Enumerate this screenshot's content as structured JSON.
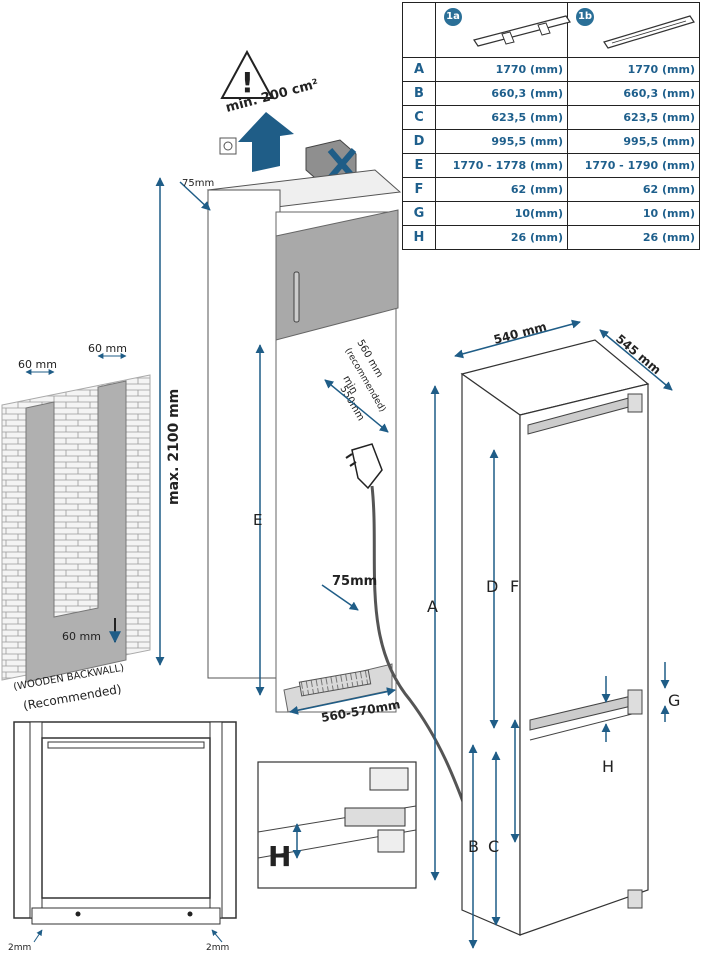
{
  "table": {
    "columns": [
      {
        "badge": "1a",
        "icon": "bracket-1a-icon"
      },
      {
        "badge": "1b",
        "icon": "bracket-1b-icon"
      }
    ],
    "rows": [
      {
        "key": "A",
        "v1": "1770 (mm)",
        "v2": "1770 (mm)"
      },
      {
        "key": "B",
        "v1": "660,3 (mm)",
        "v2": "660,3 (mm)"
      },
      {
        "key": "C",
        "v1": "623,5 (mm)",
        "v2": "623,5 (mm)"
      },
      {
        "key": "D",
        "v1": "995,5 (mm)",
        "v2": "995,5 (mm)"
      },
      {
        "key": "E",
        "v1": "1770 - 1778 (mm)",
        "v2": "1770 - 1790 (mm)"
      },
      {
        "key": "F",
        "v1": "62 (mm)",
        "v2": "62 (mm)"
      },
      {
        "key": "G",
        "v1": "10(mm)",
        "v2": "10 (mm)"
      },
      {
        "key": "H",
        "v1": "26 (mm)",
        "v2": "26 (mm)"
      }
    ]
  },
  "labels": {
    "vent_area": "min. 200 cm²",
    "top_gap": "75mm",
    "max_height": "max. 2100 mm",
    "niche_depth_rec": "560 mm",
    "niche_depth_rec2": "(recommended)",
    "niche_depth_min": "min",
    "niche_depth_min2": "550mm",
    "niche_e": "E",
    "rear_gap": "75mm",
    "niche_width": "560-570mm",
    "wall_60_left": "60 mm",
    "wall_60_right": "60 mm",
    "wall_60_bottom": "60 mm",
    "wooden_backwall": "(WOODEN BACKWALL)",
    "recommended": "(Recommended)",
    "fridge_width": "540 mm",
    "fridge_depth": "545 mm",
    "dim_a": "A",
    "dim_b": "B",
    "dim_c": "C",
    "dim_d": "D",
    "dim_f": "F",
    "dim_g": "G",
    "dim_h": "H",
    "detail_h": "H",
    "gap_left": "2mm",
    "gap_right": "2mm"
  },
  "colors": {
    "accent_blue": "#2a6f97",
    "arrow_blue": "#1f5d87",
    "cabinet_gray": "#a9a9a9",
    "board_gray": "#9e9e9e"
  }
}
